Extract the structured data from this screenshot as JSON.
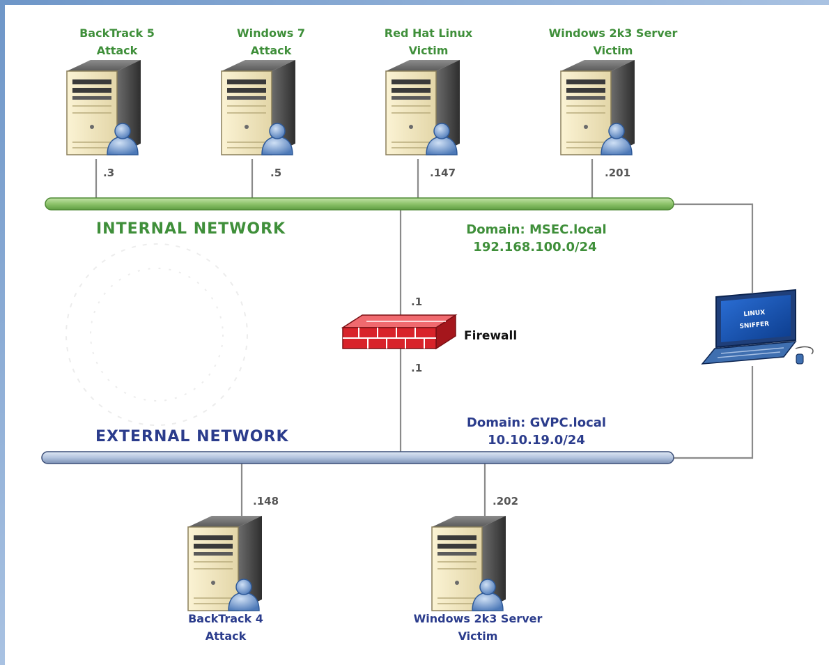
{
  "colors": {
    "internal_label": "#3f8f3a",
    "external_label": "#2b3c8c",
    "internal_bus": "#8dc36b",
    "external_bus": "#b3c4de",
    "firewall": "#d8232a",
    "wire": "#8a8a8a"
  },
  "internal_network": {
    "label": "INTERNAL NETWORK",
    "domain": "Domain: MSEC.local",
    "subnet": "192.168.100.0/24",
    "hosts": [
      {
        "name_line1": "BackTrack 5",
        "name_line2": "Attack",
        "ip_suffix": ".3",
        "icon": "server-user-icon"
      },
      {
        "name_line1": "Windows 7",
        "name_line2": "Attack",
        "ip_suffix": ".5",
        "icon": "server-user-icon"
      },
      {
        "name_line1": "Red Hat Linux",
        "name_line2": "Victim",
        "ip_suffix": ".147",
        "icon": "server-user-icon"
      },
      {
        "name_line1": "Windows 2k3 Server",
        "name_line2": "Victim",
        "ip_suffix": ".201",
        "icon": "server-user-icon"
      }
    ]
  },
  "firewall": {
    "label": "Firewall",
    "internal_ip": ".1",
    "external_ip": ".1",
    "icon": "firewall-brick-icon"
  },
  "sniffer": {
    "screen_line1": "LINUX",
    "screen_line2": "SNIFFER",
    "icon": "laptop-icon"
  },
  "external_network": {
    "label": "EXTERNAL NETWORK",
    "domain": "Domain: GVPC.local",
    "subnet": "10.10.19.0/24",
    "hosts": [
      {
        "name_line1": "BackTrack 4",
        "name_line2": "Attack",
        "ip_suffix": ".148",
        "icon": "server-user-icon"
      },
      {
        "name_line1": "Windows 2k3 Server",
        "name_line2": "Victim",
        "ip_suffix": ".202",
        "icon": "server-user-icon"
      }
    ]
  }
}
